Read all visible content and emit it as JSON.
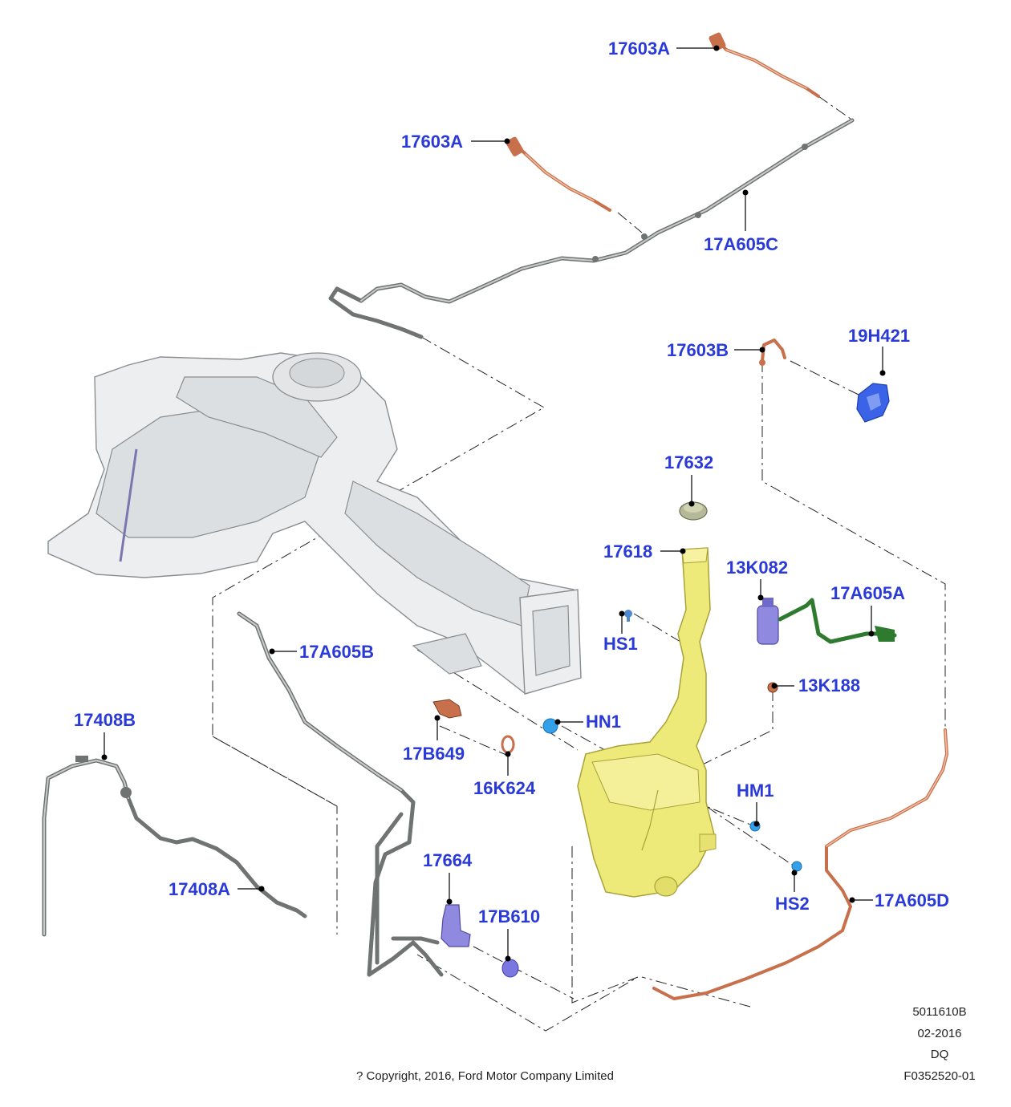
{
  "callouts": {
    "c_17603A_top": "17603A",
    "c_17603A_mid": "17603A",
    "c_17A605C": "17A605C",
    "c_17603B": "17603B",
    "c_19H421": "19H421",
    "c_17632": "17632",
    "c_17618": "17618",
    "c_13K082": "13K082",
    "c_17A605A": "17A605A",
    "c_HS1": "HS1",
    "c_13K188": "13K188",
    "c_17A605B": "17A605B",
    "c_HN1": "HN1",
    "c_17B649": "17B649",
    "c_16K624": "16K624",
    "c_17408B": "17408B",
    "c_HM1": "HM1",
    "c_17408A": "17408A",
    "c_17664": "17664",
    "c_17B610": "17B610",
    "c_HS2": "HS2",
    "c_17A605D": "17A605D"
  },
  "footer": {
    "drawing_number": "5011610B",
    "date": "02-2016",
    "code": "DQ",
    "figure_id": "F0352520-01",
    "copyright": "? Copyright, 2016, Ford Motor Company Limited"
  },
  "colors": {
    "callout_text": "#2a3ad8",
    "reservoir": "#eeea7a",
    "hose_orange": "#c86f4b",
    "hose_grey": "#6f7372",
    "hose_green": "#2e7a2e",
    "bracket_blue": "#3a63e8",
    "pump_purple": "#8f8ae0"
  }
}
